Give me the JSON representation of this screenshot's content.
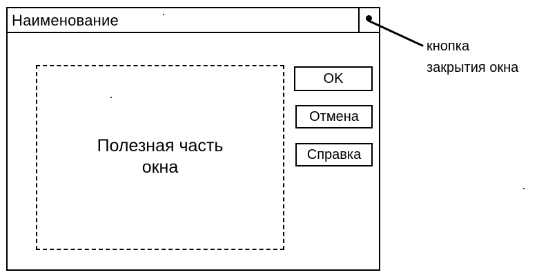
{
  "window": {
    "title": "Наименование"
  },
  "useful_area": {
    "line1": "Полезная часть",
    "line2": "окна"
  },
  "buttons": {
    "ok": "OK",
    "cancel": "Отмена",
    "help": "Справка"
  },
  "callout": {
    "line1": "кнопка",
    "line2": "закрытия окна"
  }
}
